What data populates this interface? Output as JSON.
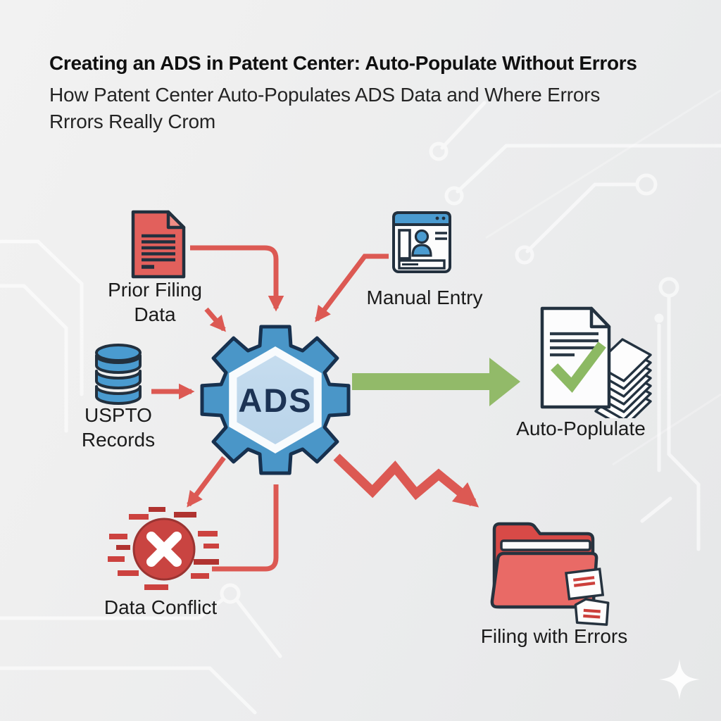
{
  "header": {
    "title": "Creating an ADS in Patent Center: Auto-Populate Without Errors",
    "subtitle_line1": "How Patent Center Auto-Populates ADS Data and Where Errors",
    "subtitle_line2": "Rrrors Really Crom"
  },
  "diagram": {
    "center": {
      "label": "ADS",
      "icon": "gear-hexagon-icon"
    },
    "nodes": {
      "prior_filing": {
        "line1": "Prior Filing",
        "line2": "Data",
        "icon": "document-red-icon"
      },
      "manual_entry": {
        "label": "Manual Entry",
        "icon": "form-window-icon"
      },
      "uspto_records": {
        "line1": "USPTO",
        "line2": "Records",
        "icon": "database-icon"
      },
      "auto_populate": {
        "label": "Auto-Poplulate",
        "icon": "document-check-stack-icon"
      },
      "data_conflict": {
        "label": "Data Conflict",
        "icon": "error-x-glitch-icon"
      },
      "filing_errors": {
        "label": "Filing with Errors",
        "icon": "folder-red-icon"
      }
    },
    "colors": {
      "arrow_red": "#dc5953",
      "arrow_green": "#92ba69",
      "gear_blue": "#4a96c8",
      "hexagon_inner_blue": "#c6ddef",
      "navy_outline": "#1c3354",
      "document_red": "#e2605c",
      "database_blue": "#4a9bd0",
      "folder_red": "#e96a66",
      "background_gray": "#ececed",
      "circuit_white": "#ffffff"
    }
  }
}
